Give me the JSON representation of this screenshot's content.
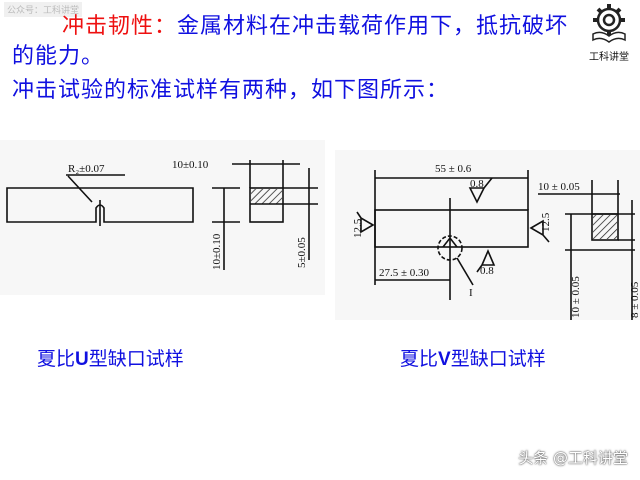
{
  "watermark": "公众号：工科讲堂",
  "logo": {
    "text": "工科讲堂"
  },
  "paragraph": {
    "term": "冲击韧性：",
    "definition_line1": "金属材料在冲击载荷作用下，抵抗破坏",
    "definition_line2": "的能力。",
    "line3": "冲击试验的标准试样有两种，如下图所示："
  },
  "figure_u": {
    "radius_label": "R₂±0.07",
    "width_label": "10±0.10",
    "height_label": "10±0.10",
    "notch_depth_label": "5±0.05",
    "caption_prefix": "夏比",
    "caption_letter": "U",
    "caption_suffix": "型缺口试样"
  },
  "figure_v": {
    "length_label": "55 ± 0.6",
    "roughness_top": "0.8",
    "roughness_bottom": "0.8",
    "roughness_left": "12.5",
    "roughness_right": "12.5",
    "notch_pos_label": "27.5 ± 0.30",
    "detail_label": "I",
    "width_label": "10 ± 0.05",
    "height_label": "10 ± 0.05",
    "notch_depth_label": "8 ± 0.05",
    "caption_prefix": "夏比",
    "caption_letter": "V",
    "caption_suffix": "型缺口试样"
  },
  "footer": "头条 @工科讲堂"
}
